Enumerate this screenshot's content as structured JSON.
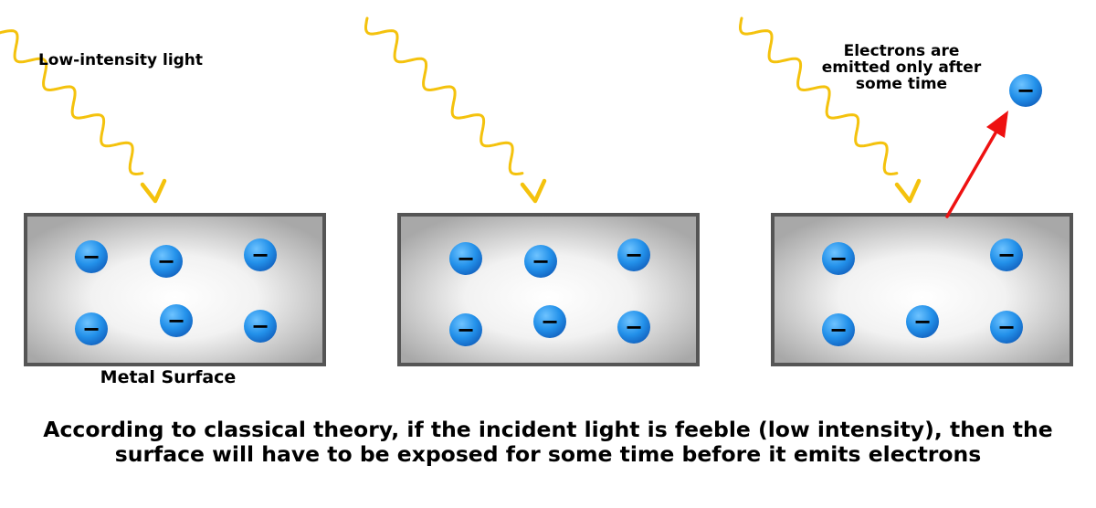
{
  "labels": {
    "light_label": "Low-intensity light",
    "emission_note": "Electrons are emitted only after some time",
    "surface_label": "Metal Surface",
    "caption": "According to classical theory, if the incident light is feeble (low intensity), then the surface will have to be exposed for some time before it emits electrons"
  },
  "electron_symbol": "−",
  "colors": {
    "light_wave": "#f4c20d",
    "plate_border": "#555555",
    "plate_center": "#ffffff",
    "plate_edge": "#9e9e9e",
    "electron": "#1e88e5",
    "emission_arrow": "#ee1111"
  }
}
